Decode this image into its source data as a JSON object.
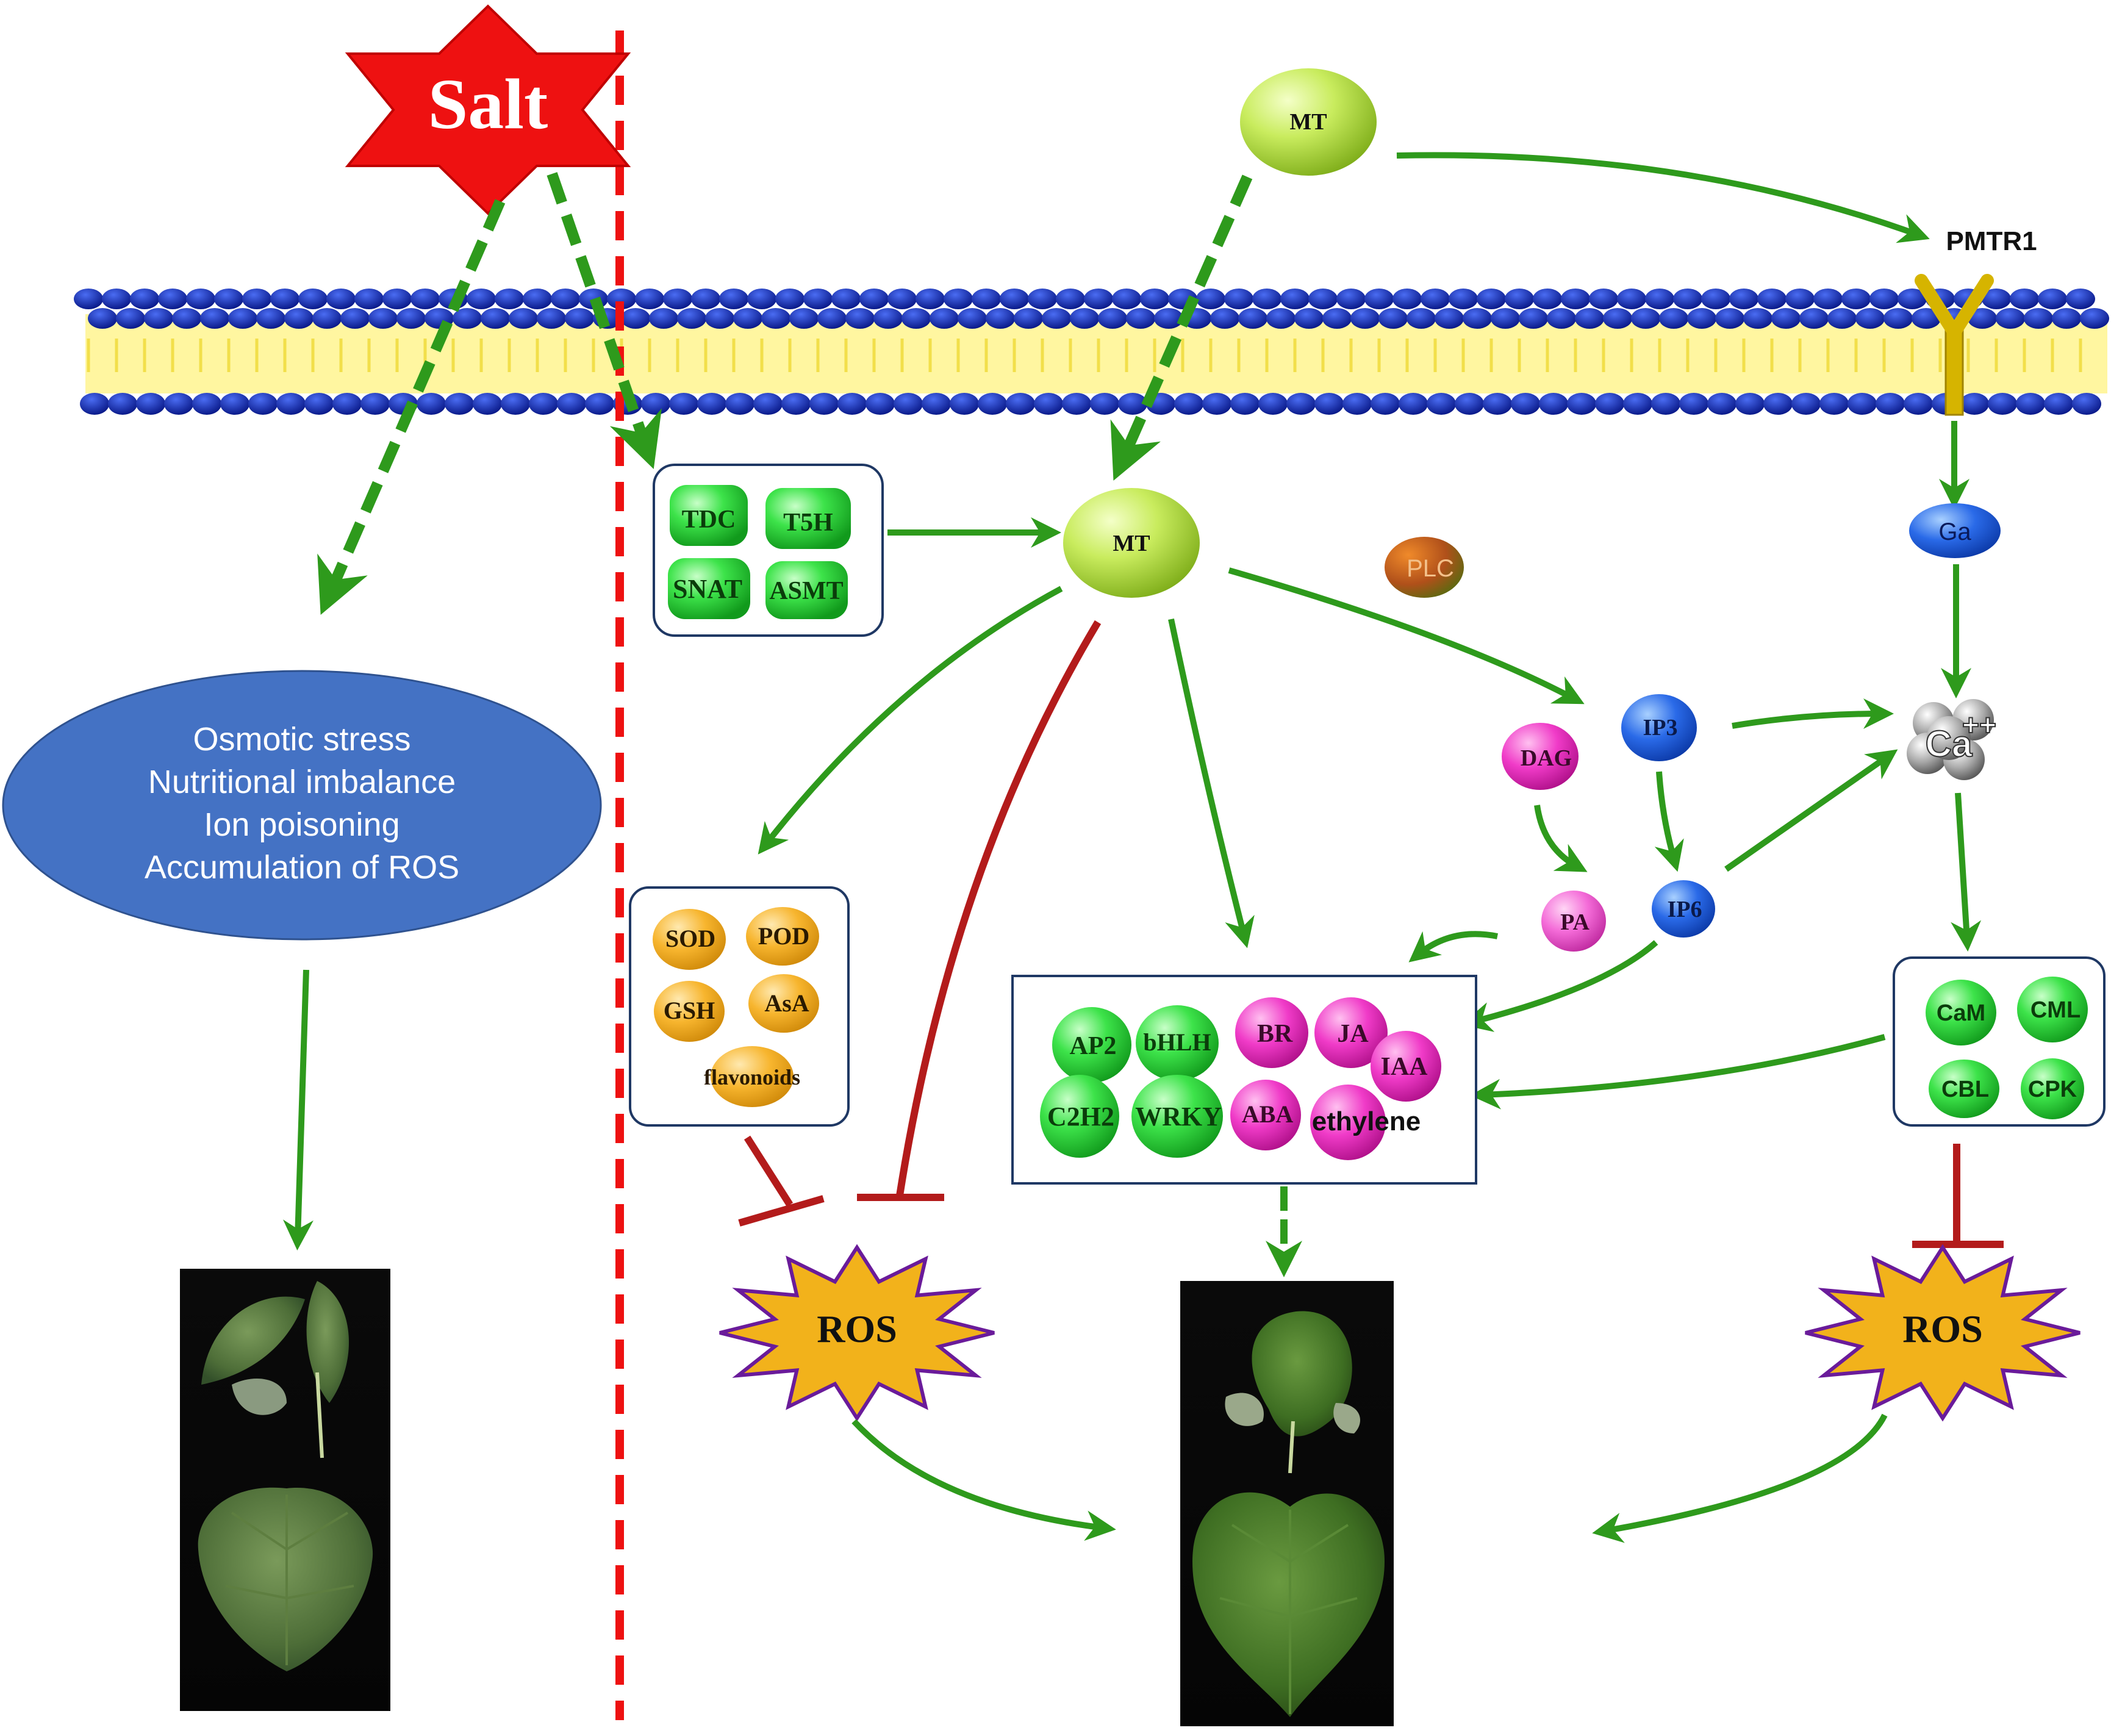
{
  "salt_label": "Salt",
  "mt_top_label": "MT",
  "mt_center_label": "MT",
  "receptor_label": "PMTR1",
  "ga_label": "Ga",
  "ca_label": "Ca",
  "ca_charge": "++",
  "plc_label": "PLC",
  "dag_label": "DAG",
  "ip3_label": "IP3",
  "pa_label": "PA",
  "ip6_label": "IP6",
  "stress_effects": [
    "Osmotic stress",
    "Nutritional imbalance",
    "Ion poisoning",
    "Accumulation of ROS"
  ],
  "synthesis_enzymes": [
    "TDC",
    "T5H",
    "SNAT",
    "ASMT"
  ],
  "antioxidants": [
    "SOD",
    "POD",
    "GSH",
    "AsA",
    "flavonoids"
  ],
  "factors": [
    "AP2",
    "bHLH",
    "BR",
    "JA",
    "IAA",
    "C2H2",
    "WRKY",
    "ABA",
    "ethylene"
  ],
  "calcium_sensors": [
    "CaM",
    "CML",
    "CBL",
    "CPK"
  ],
  "ros_left_label": "ROS",
  "ros_right_label": "ROS",
  "colors": {
    "salt_red": "#ee1111",
    "arrow_green": "#2e9a1c",
    "inhibit_red": "#b31b1b",
    "membrane_blue": "#1530b8",
    "membrane_yellow": "#fff6a0",
    "ellipse_blue": "#4472c4",
    "ros_orange": "#f2b21b",
    "ros_border": "#6a1b9a"
  }
}
